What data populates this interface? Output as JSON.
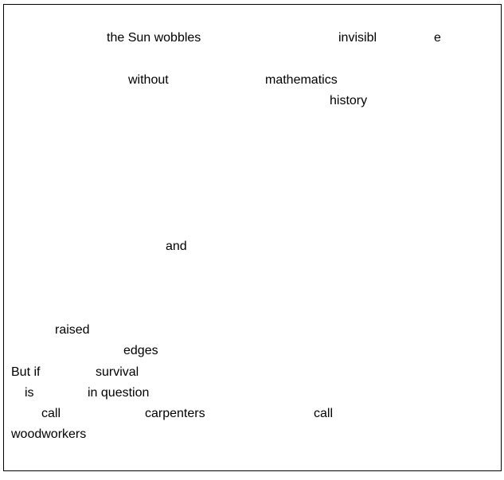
{
  "words": [
    "the Sun wobbles",
    "invisibl",
    "e",
    "without",
    "mathematics",
    "history",
    "and",
    "raised",
    "edges",
    "But if",
    "survival",
    "is",
    "in question",
    "call",
    "carpenters",
    "call",
    "woodworkers"
  ]
}
